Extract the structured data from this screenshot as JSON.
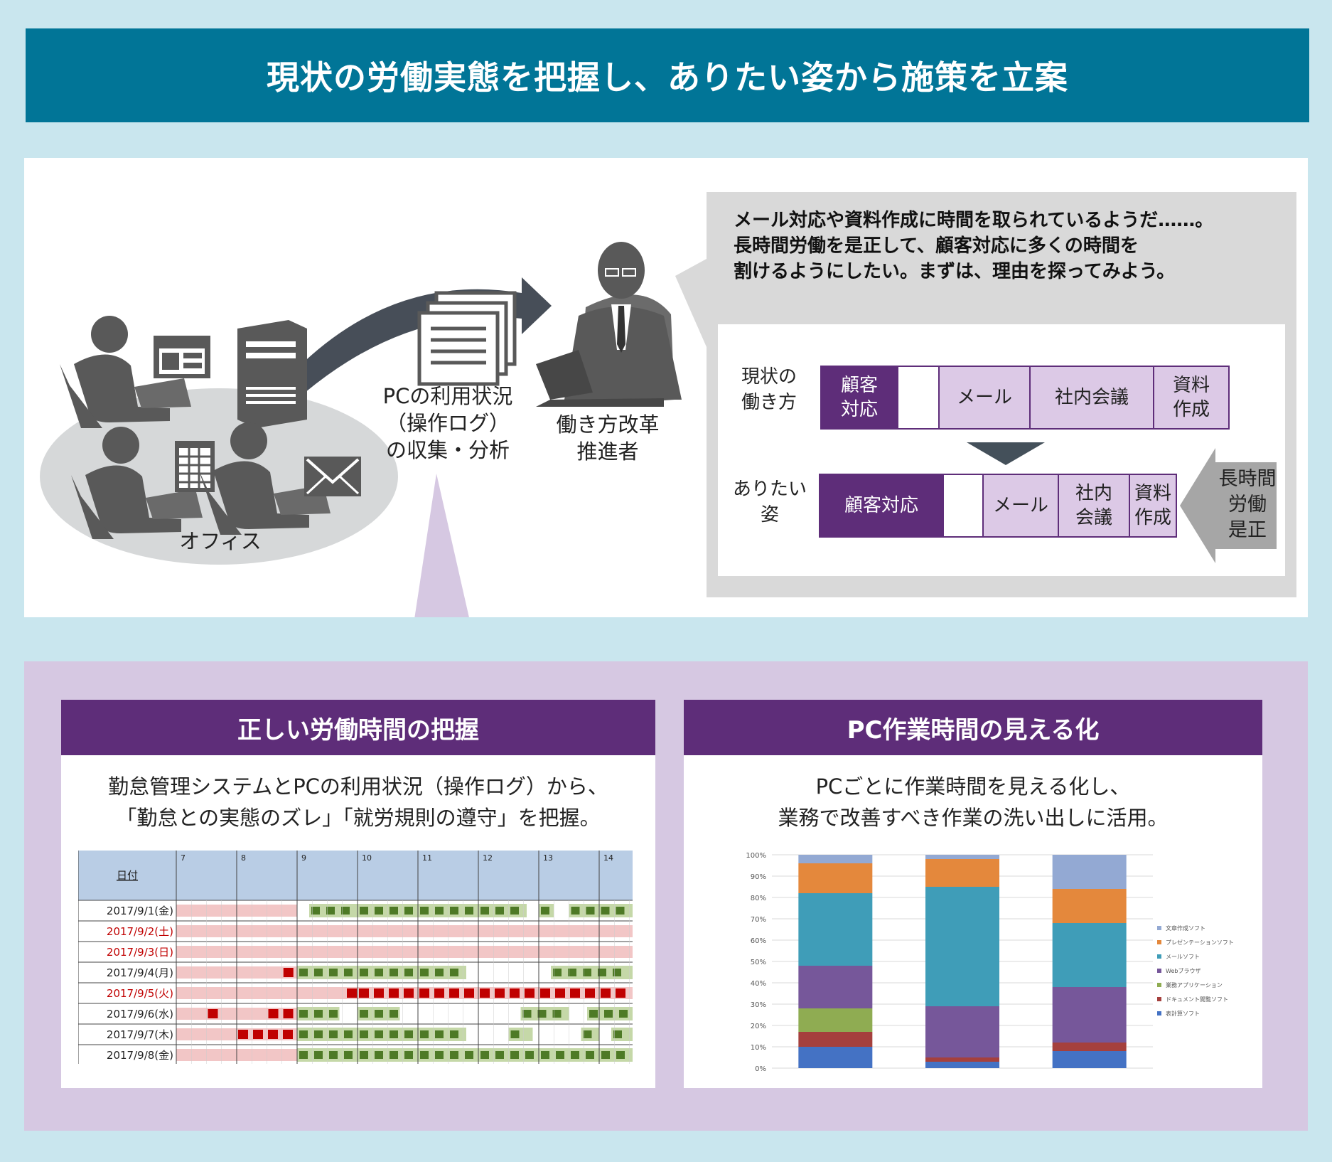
{
  "title": "現状の労働実態を把握し、ありたい姿から施策を立案",
  "diagram": {
    "office_label": "オフィス",
    "pc_log_label": [
      "PCの利用状況",
      "（操作ログ）",
      "の収集・分析"
    ],
    "promoter_label": [
      "働き方改革",
      "推進者"
    ],
    "bubble_lines": [
      "メール対応や資料作成に時間を取られているようだ……。",
      "長時間労働を是正して、顧客対応に多くの時間を",
      "割けるようにしたい。まずは、理由を探ってみよう。"
    ],
    "current": {
      "label": [
        "現状の",
        "働き方"
      ],
      "segments": [
        {
          "text": "顧客\n対応",
          "style": "dark"
        },
        {
          "text": "",
          "style": "blank"
        },
        {
          "text": "メール",
          "style": "light"
        },
        {
          "text": "社内会議",
          "style": "light"
        },
        {
          "text": "資料\n作成",
          "style": "light"
        }
      ]
    },
    "ideal": {
      "label": [
        "ありたい",
        "姿"
      ],
      "segments": [
        {
          "text": "顧客対応",
          "style": "dark"
        },
        {
          "text": "",
          "style": "blank"
        },
        {
          "text": "メール",
          "style": "light"
        },
        {
          "text": "社内\n会議",
          "style": "light"
        },
        {
          "text": "資料\n作成",
          "style": "light"
        }
      ]
    },
    "overtime_arrow": [
      "長時間",
      "労働",
      "是正"
    ],
    "colors": {
      "title_bg": "#017597",
      "purple": "#5e2d79",
      "light_purple": "#dcc9e6",
      "icon_gray": "#595959"
    }
  },
  "left_card": {
    "heading": "正しい労働時間の把握",
    "desc": [
      "勤怠管理システムとPCの利用状況（操作ログ）から、",
      "「勤怠との実態のズレ」「就労規則の遵守」を把握。"
    ],
    "table": {
      "header_label": "日付",
      "hours": [
        "7",
        "8",
        "9",
        "10",
        "11",
        "12",
        "13",
        "14"
      ],
      "rows": [
        {
          "date": "2017/9/1(金)",
          "weekend": false,
          "overtime": false
        },
        {
          "date": "2017/9/2(土)",
          "weekend": true,
          "overtime": false
        },
        {
          "date": "2017/9/3(日)",
          "weekend": true,
          "overtime": false
        },
        {
          "date": "2017/9/4(月)",
          "weekend": false,
          "overtime": false
        },
        {
          "date": "2017/9/5(火)",
          "weekend": false,
          "overtime": true
        },
        {
          "date": "2017/9/6(水)",
          "weekend": false,
          "overtime": false
        },
        {
          "date": "2017/9/7(木)",
          "weekend": false,
          "overtime": false
        },
        {
          "date": "2017/9/8(金)",
          "weekend": false,
          "overtime": false
        }
      ]
    }
  },
  "right_card": {
    "heading": "PC作業時間の見える化",
    "desc": [
      "PCごとに作業時間を見える化し、",
      "業務で改善すべき作業の洗い出しに活用。"
    ]
  },
  "chart_data": {
    "type": "bar",
    "stacked": true,
    "categories": [
      "",
      "",
      ""
    ],
    "yticks": [
      "0%",
      "10%",
      "20%",
      "30%",
      "40%",
      "50%",
      "60%",
      "70%",
      "80%",
      "90%",
      "100%"
    ],
    "ylim": [
      0,
      100
    ],
    "legend_position": "right",
    "series": [
      {
        "name": "表計算ソフト",
        "color": "#4472c4",
        "values": [
          10,
          3,
          8
        ]
      },
      {
        "name": "ドキュメント閲覧ソフト",
        "color": "#a5403d",
        "values": [
          7,
          2,
          4
        ]
      },
      {
        "name": "業務アプリケーション",
        "color": "#8fac52",
        "values": [
          11,
          0,
          0
        ]
      },
      {
        "name": "Webブラウザ",
        "color": "#76579a",
        "values": [
          20,
          24,
          26
        ]
      },
      {
        "name": "メールソフト",
        "color": "#3f9db8",
        "values": [
          34,
          56,
          30
        ]
      },
      {
        "name": "プレゼンテーションソフト",
        "color": "#e4883c",
        "values": [
          14,
          13,
          16
        ]
      },
      {
        "name": "文章作成ソフト",
        "color": "#93a9d3",
        "values": [
          4,
          2,
          16
        ]
      }
    ]
  }
}
